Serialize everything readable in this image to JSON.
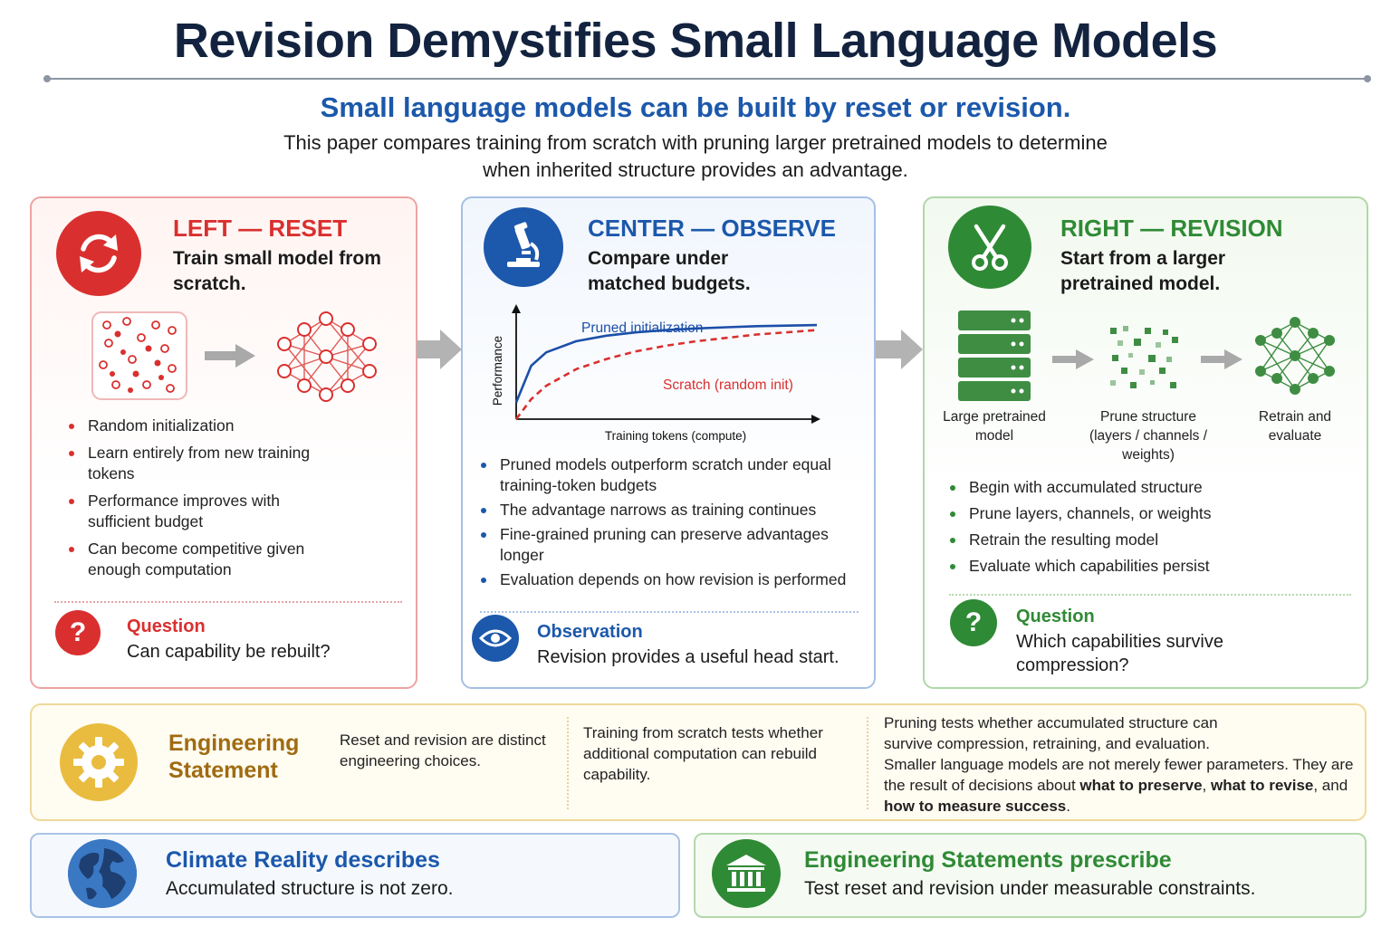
{
  "title": "Revision Demystifies Small Language Models",
  "subtitle": "Small language models can be built by reset or revision.",
  "intro": "This paper compares training from scratch with pruning larger pretrained models to determine when inherited structure provides an advantage.",
  "left": {
    "heading": "LEFT — RESET",
    "subheading": "Train small model from scratch.",
    "bullets": [
      "Random initialization",
      "Learn entirely from new training tokens",
      "Performance improves with sufficient budget",
      "Can become competitive given enough computation"
    ],
    "question_label": "Question",
    "question_text": "Can capability be rebuilt?",
    "colors": {
      "accent": "#d9302f",
      "border": "#eea3a3"
    }
  },
  "center": {
    "heading": "CENTER — OBSERVE",
    "subheading": "Compare under matched budgets.",
    "bullets": [
      "Pruned models outperform scratch under equal training-token budgets",
      "The advantage narrows as training continues",
      "Fine-grained pruning can preserve advantages longer",
      "Evaluation depends on how revision is performed"
    ],
    "observation_label": "Observation",
    "observation_text": "Revision provides a useful head start.",
    "colors": {
      "accent": "#1c58ab",
      "border": "#a5c0e3"
    }
  },
  "chart_data": {
    "type": "line",
    "title": "",
    "xlabel": "Training tokens (compute)",
    "ylabel": "Performance",
    "x": [
      0,
      0.05,
      0.1,
      0.2,
      0.3,
      0.4,
      0.5,
      0.6,
      0.7,
      0.8,
      0.9,
      1.0
    ],
    "series": [
      {
        "name": "Pruned initialization",
        "style": "solid",
        "color": "#1c4fa8",
        "values": [
          0.15,
          0.48,
          0.6,
          0.7,
          0.75,
          0.78,
          0.8,
          0.815,
          0.825,
          0.835,
          0.84,
          0.845
        ]
      },
      {
        "name": "Scratch (random init)",
        "style": "dashed",
        "color": "#d9302f",
        "values": [
          0.0,
          0.18,
          0.3,
          0.45,
          0.54,
          0.61,
          0.66,
          0.7,
          0.73,
          0.76,
          0.78,
          0.8
        ]
      }
    ],
    "xlim": [
      0,
      1
    ],
    "ylim": [
      0,
      1
    ],
    "grid": false,
    "legend": "inline labels"
  },
  "right": {
    "heading": "RIGHT — REVISION",
    "subheading": "Start from a larger pretrained model.",
    "steps": [
      {
        "label": "Large pretrained model"
      },
      {
        "label": "Prune structure (layers / channels / weights)"
      },
      {
        "label": "Retrain and evaluate"
      }
    ],
    "bullets": [
      "Begin with accumulated structure",
      "Prune layers, channels, or weights",
      "Retrain the resulting model",
      "Evaluate which capabilities persist"
    ],
    "question_label": "Question",
    "question_text": "Which capabilities survive compression?",
    "colors": {
      "accent": "#2f8a35",
      "border": "#b0d7a8"
    }
  },
  "engineering": {
    "title_line1": "Engineering",
    "title_line2": "Statement",
    "col1": "Reset and revision are distinct engineering choices.",
    "col2": "Training from scratch tests whether additional computation can rebuild capability.",
    "col3_p1": "Pruning tests whether accumulated structure can survive compression, retraining, and evaluation.",
    "col3_p2_a": "Smaller language models are not merely fewer parameters. They are the result of decisions about ",
    "col3_p2_b": "what to preserve",
    "col3_p2_c": ", ",
    "col3_p2_d": "what to revise",
    "col3_p2_e": ", and ",
    "col3_p2_f": "how to measure success",
    "col3_p2_g": "."
  },
  "footer": {
    "left_title": "Climate Reality describes",
    "left_text": "Accumulated structure is not zero.",
    "right_title": "Engineering Statements prescribe",
    "right_text": "Test reset and revision under measurable constraints."
  },
  "icons": {
    "reset": "refresh-icon",
    "observe": "microscope-icon",
    "revision": "scissors-icon",
    "question": "question-mark-icon",
    "observation": "eye-icon",
    "engineering": "gear-icon",
    "climate": "globe-icon",
    "statements": "institution-icon"
  }
}
